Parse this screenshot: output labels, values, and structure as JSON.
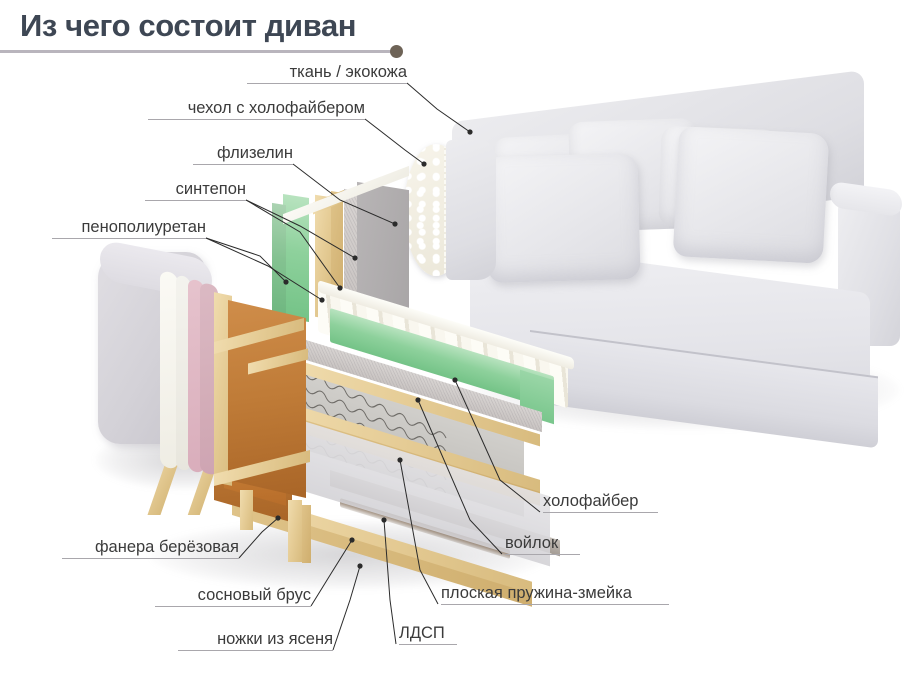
{
  "header": {
    "title": "Из чего состоит диван",
    "rule_color": "#b9b5bd",
    "dot_color": "#6e6357",
    "title_color": "#3e4754"
  },
  "diagram": {
    "subject": "cutaway-sofa",
    "background": "#ffffff",
    "label_color": "#3b3b3b",
    "leader_color": "#2e2e2e",
    "underline_color": "#a9a7ac"
  },
  "labels": [
    {
      "id": "tkan",
      "text": "ткань / экокожа",
      "align": "right"
    },
    {
      "id": "chehol",
      "text": "чехол с холофайбером",
      "align": "right"
    },
    {
      "id": "flizelin",
      "text": "флизелин",
      "align": "right"
    },
    {
      "id": "sintepon",
      "text": "синтепон",
      "align": "right"
    },
    {
      "id": "ppu",
      "text": "пенополиуретан",
      "align": "right"
    },
    {
      "id": "holofiber",
      "text": "холофайбер",
      "align": "left"
    },
    {
      "id": "voylok",
      "text": "войлок",
      "align": "left"
    },
    {
      "id": "zmeyka",
      "text": "плоская пружина-змейка",
      "align": "left"
    },
    {
      "id": "ldsp",
      "text": "ЛДСП",
      "align": "left"
    },
    {
      "id": "nozhki",
      "text": "ножки из ясеня",
      "align": "right"
    },
    {
      "id": "brus",
      "text": "сосновый брус",
      "align": "right"
    },
    {
      "id": "fanera",
      "text": "фанера берёзовая",
      "align": "right"
    }
  ],
  "materials": {
    "foam_color": "#8ed19c",
    "felt_color": "#c8c3c1",
    "wood_color": "#e6cd97",
    "plywood_color": "#bf7b37",
    "fabric_color": "#e2e2e7",
    "flizelin_color": "#f4f2ea",
    "sintepon_color": "#d9adbb",
    "holofiber_color": "#fbfaf3",
    "ldsp_color": "#8d837a"
  }
}
